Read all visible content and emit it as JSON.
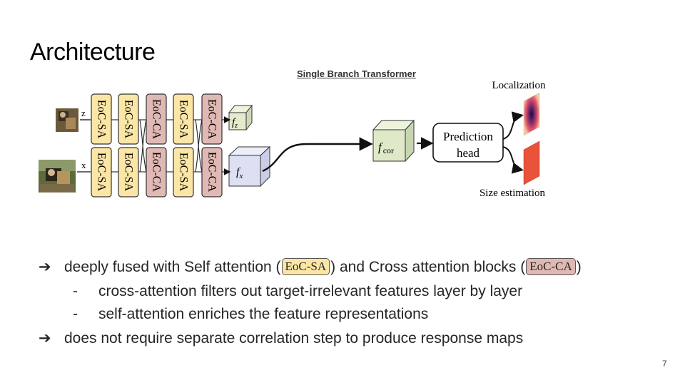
{
  "slide": {
    "title": "Architecture",
    "page_number": "7"
  },
  "diagram": {
    "heading": "Single Branch Transformer",
    "input_z": "z",
    "input_x": "x",
    "blocks_top": [
      "EoC-SA",
      "EoC-SA",
      "EoC-CA",
      "EoC-SA",
      "EoC-CA"
    ],
    "blocks_bottom": [
      "EoC-SA",
      "EoC-SA",
      "EoC-CA",
      "EoC-SA",
      "EoC-CA"
    ],
    "feat_z": "f",
    "feat_z_sub": "z",
    "feat_x": "f",
    "feat_x_sub": "x",
    "feat_cor": "f",
    "feat_cor_sub": "cor",
    "head_line1": "Prediction",
    "head_line2": "head",
    "output_top": "Localization",
    "output_bottom": "Size estimation",
    "colors": {
      "sa_block": "#fbe6a6",
      "ca_block": "#e0b9b4",
      "size_map": "#e8533a"
    }
  },
  "bullets": {
    "b1_pre": "deeply fused with Self attention (",
    "b1_chip_sa": "EoC-SA",
    "b1_mid": ")  and Cross attention blocks (",
    "b1_chip_ca": "EoC-CA",
    "b1_post": ")",
    "sub1": "cross-attention filters out target-irrelevant features layer by layer",
    "sub2": "self-attention enriches the feature representations",
    "b2": "does not require separate correlation step to produce response maps",
    "arrow": "➔",
    "dash": "-"
  }
}
